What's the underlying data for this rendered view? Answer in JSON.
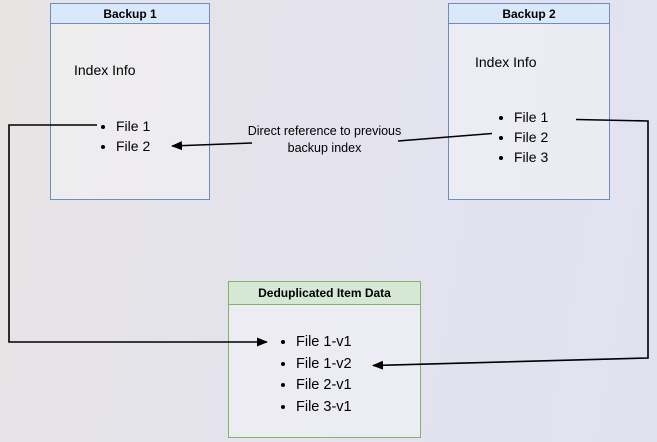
{
  "boxes": {
    "backup1": {
      "title": "Backup 1",
      "subtitle": "Index Info",
      "items": [
        "File 1",
        "File 2"
      ]
    },
    "backup2": {
      "title": "Backup 2",
      "subtitle": "Index Info",
      "items": [
        "File 1",
        "File 2",
        "File 3"
      ]
    },
    "dedup": {
      "title": "Deduplicated Item Data",
      "items": [
        "File 1-v1",
        "File 1-v2",
        "File 2-v1",
        "File 3-v1"
      ]
    }
  },
  "annotation": {
    "text": "Direct reference to previous backup index"
  },
  "colors": {
    "blue_header_bg": "#dae8fc",
    "blue_border": "#6c8ebf",
    "green_header_bg": "#d5e8d4",
    "green_border": "#82b366",
    "arrow": "#000000",
    "text": "#000000"
  }
}
